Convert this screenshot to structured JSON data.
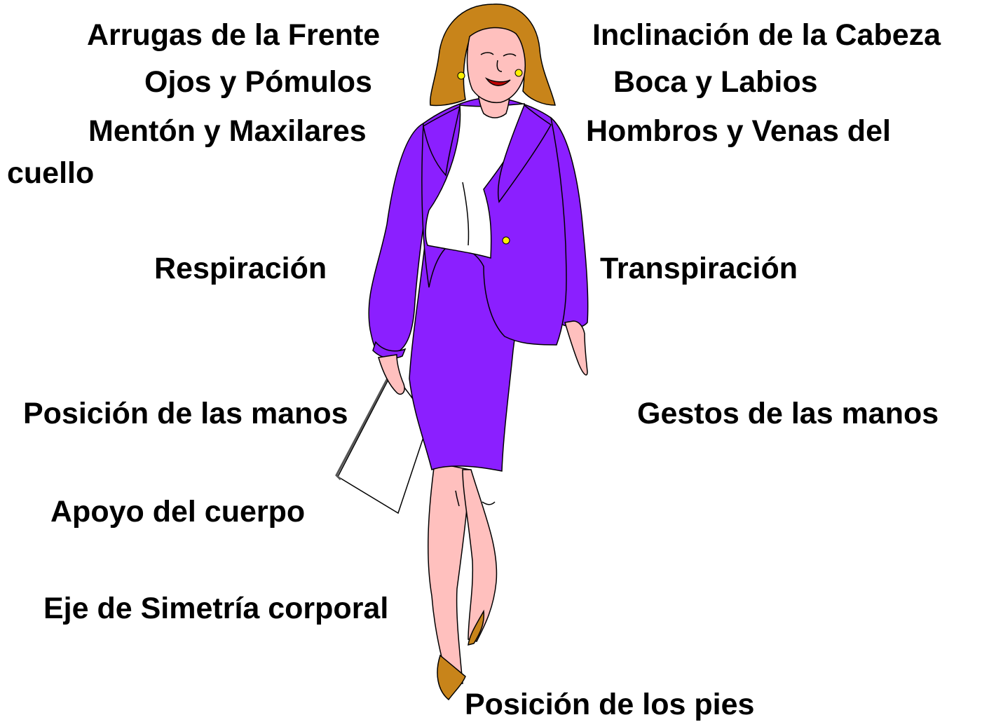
{
  "colors": {
    "suit": "#8B1FFF",
    "hair": "#C8841A",
    "skin": "#FFC0BE",
    "blouse": "#FFFFFF",
    "shoes": "#C8841A",
    "text": "#000000"
  },
  "labels": {
    "forehead_wrinkles": "Arrugas de la Frente",
    "head_tilt": "Inclinación de la Cabeza",
    "eyes_cheekbones": "Ojos y  Pómulos",
    "mouth_lips": "Boca y Labios",
    "chin_jaw": "Mentón y Maxilares",
    "shoulders_neck_line1": "Hombros  y Venas del",
    "shoulders_neck_line2": "cuello",
    "breathing": "Respiración",
    "perspiration": "Transpiración",
    "hand_position": "Posición de las manos",
    "hand_gestures": "Gestos de las manos",
    "body_support": "Apoyo del cuerpo",
    "body_symmetry_axis": "Eje de Simetría corporal",
    "feet_position": "Posición de los pies"
  }
}
